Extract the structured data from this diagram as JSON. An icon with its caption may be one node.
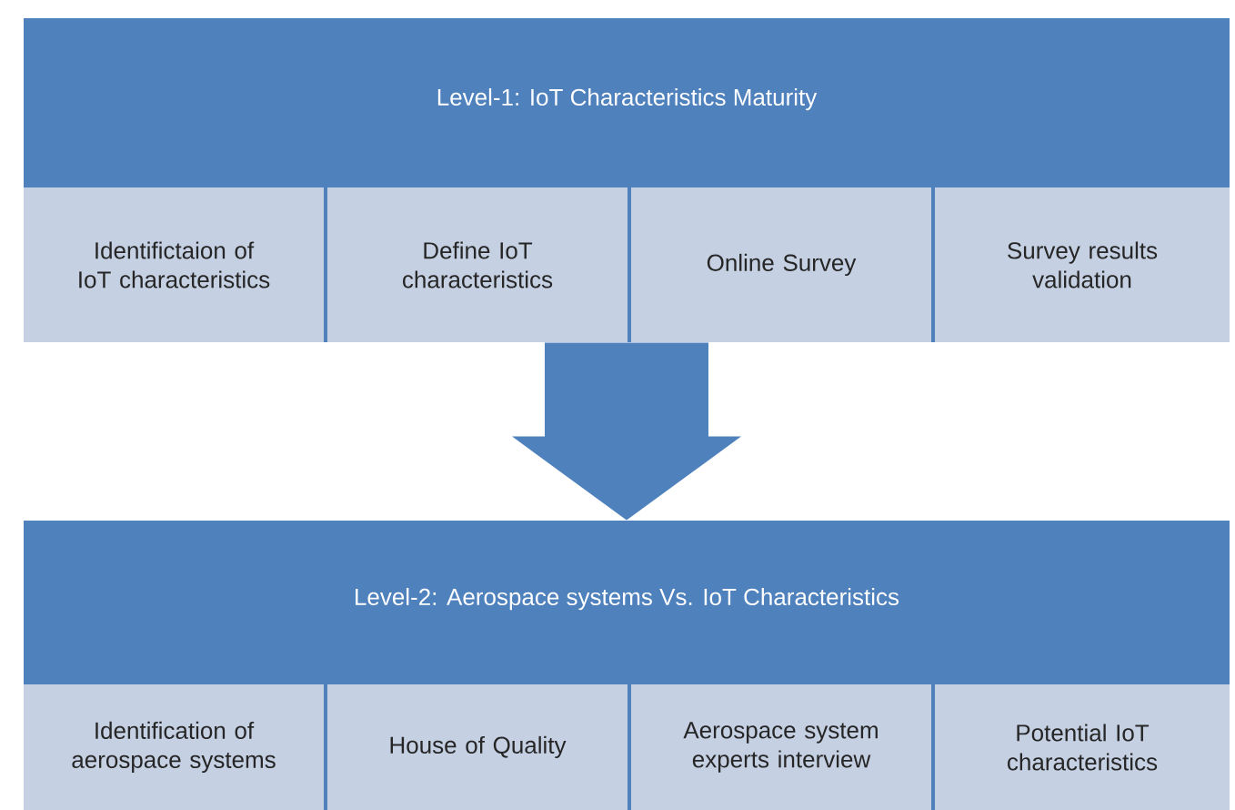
{
  "diagram": {
    "nodes": [
      {
        "text": [
          "Level-1: IoT Characteristics Maturity"
        ]
      },
      {
        "text": [
          "Identifictaion of IoT characteristics"
        ],
        "in": 0
      },
      {
        "text": [
          "Define IoT characteristics"
        ],
        "in": 0
      },
      {
        "text": [
          "Online Survey"
        ],
        "in": 0
      },
      {
        "text": [
          "Survey results validation"
        ],
        "in": 0
      },
      {
        "text": [
          "Level-2: Aerospace systems Vs. IoT Characteristics"
        ]
      },
      {
        "text": [
          "Identification of aerospace systems"
        ],
        "in": 5
      },
      {
        "text": [
          "House of Quality"
        ],
        "in": 5
      },
      {
        "text": [
          "Aerospace system experts interview"
        ],
        "in": 5
      },
      {
        "text": [
          "Potential IoT characteristics"
        ],
        "in": 5
      }
    ],
    "edges": [
      {
        "from": 0,
        "to": 5,
        "arrow": "to",
        "style": "thick"
      }
    ]
  }
}
